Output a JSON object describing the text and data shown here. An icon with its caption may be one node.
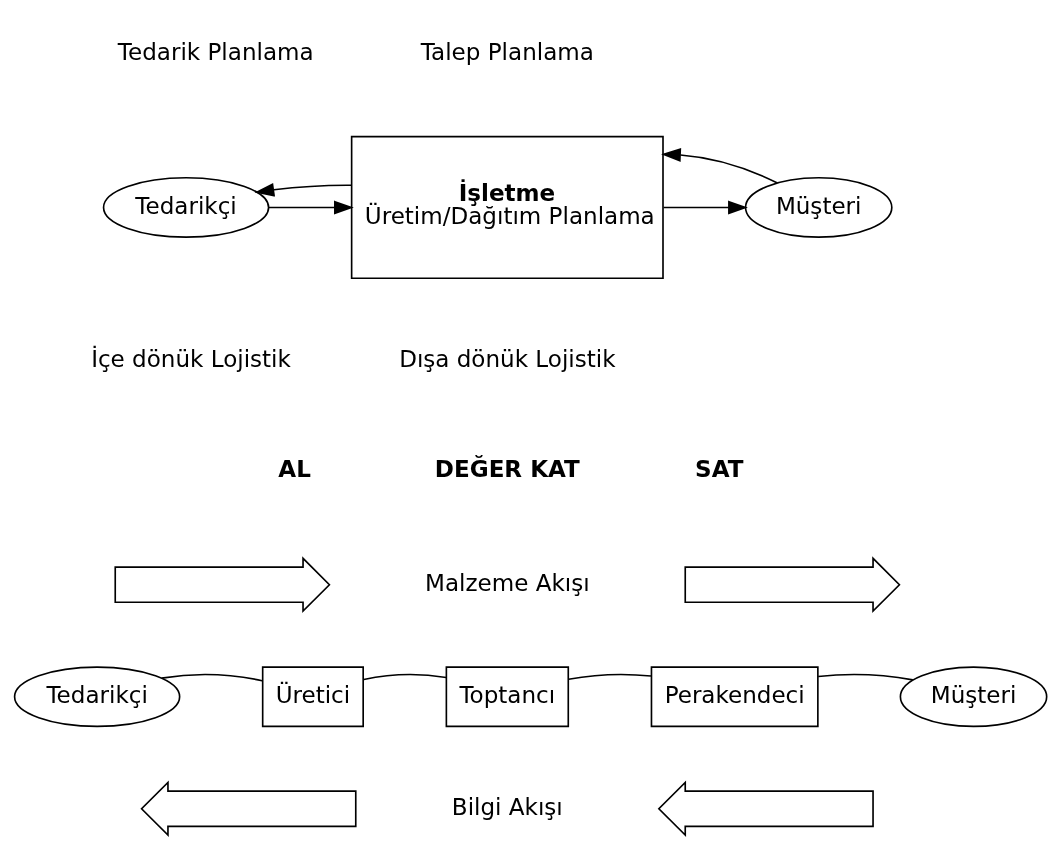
{
  "diagram": {
    "nodes": [
      {
        "text": [
          "Tedarikçi"
        ]
      },
      {
        "text": [
          "İşletme",
          "Üretim/Dağıtım Planlama"
        ]
      },
      {
        "text": [
          "Müşteri"
        ]
      },
      {
        "text": [
          "Tedarikçi"
        ]
      },
      {
        "text": [
          "Üretici"
        ]
      },
      {
        "text": [
          "Toptancı"
        ]
      },
      {
        "text": [
          "Perakendeci"
        ]
      },
      {
        "text": [
          "Müşteri"
        ]
      },
      {
        "text": [],
        "shape": "arrow"
      },
      {
        "text": [],
        "shape": "arrow"
      },
      {
        "text": [],
        "shape": "arrow"
      },
      {
        "text": [],
        "shape": "arrow"
      }
    ],
    "edges": [
      {
        "from": 0,
        "to": 1,
        "arrow": "to"
      },
      {
        "from": 1,
        "to": 0,
        "arrow": "to"
      },
      {
        "from": 1,
        "to": 2,
        "arrow": "to"
      },
      {
        "from": 2,
        "to": 1,
        "arrow": "to"
      },
      {
        "from": 3,
        "to": 4,
        "arrow": "none"
      },
      {
        "from": 4,
        "to": 5,
        "arrow": "none"
      },
      {
        "from": 5,
        "to": 6,
        "arrow": "none"
      },
      {
        "from": 6,
        "to": 7,
        "arrow": "none"
      }
    ],
    "labels": [
      "Tedarik Planlama",
      "Talep Planlama",
      "İçe dönük Lojistik",
      "Dışa dönük Lojistik",
      "AL",
      "DEĞER KAT",
      "SAT",
      "Malzeme Akışı",
      "Bilgi Akışı"
    ]
  }
}
